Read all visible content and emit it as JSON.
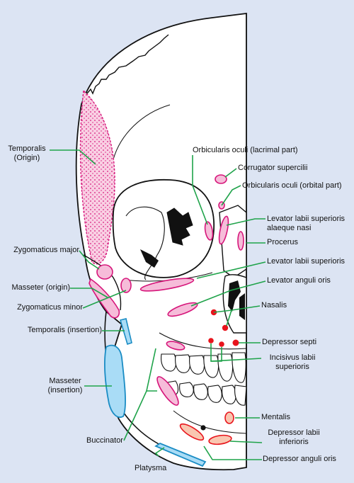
{
  "labels": {
    "temporalis_origin": "Temporalis\n(Origin)",
    "orbicularis_oculi_lacrimal": "Orbicularis oculi (lacrimal part)",
    "corrugator_supercilii": "Corrugator supercilii",
    "orbicularis_oculi_orbital": "Orbicularis oculi (orbital part)",
    "levator_labii_alaeque": "Levator labii superioris\nalaeque nasi",
    "procerus": "Procerus",
    "zygomaticus_major": "Zygomaticus major",
    "levator_labii_superioris": "Levator labii superioris",
    "masseter_origin": "Masseter (origin)",
    "levator_anguli_oris": "Levator anguli oris",
    "zygomaticus_minor": "Zygomaticus minor",
    "nasalis": "Nasalis",
    "temporalis_insertion": "Temporalis (insertion)",
    "depressor_septi": "Depressor septi",
    "incisivus_labii": "Incisivus labii\nsuperioris",
    "masseter_insertion": "Masseter\n(insertion)",
    "mentalis": "Mentalis",
    "buccinator": "Buccinator",
    "depressor_labii_inferioris": "Depressor labii\ninferioris",
    "platysma": "Platysma",
    "depressor_anguli_oris": "Depressor anguli oris"
  },
  "colors": {
    "background": "#dce4f3",
    "bone": "#ffffff",
    "outline": "#111111",
    "origin_fill": "#f6bcd9",
    "origin_stroke": "#d6157a",
    "insertion_fill": "#a9dcf6",
    "insertion_stroke": "#1a8cc4",
    "red_fill": "#e8141c",
    "leader_line": "#1fa34a"
  }
}
